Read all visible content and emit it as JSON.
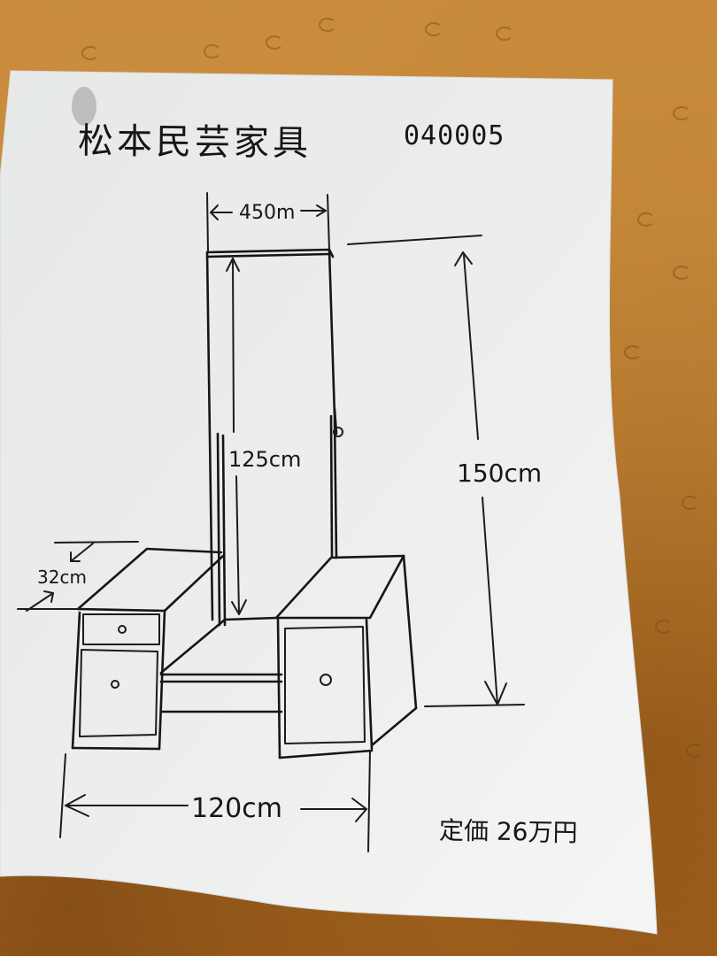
{
  "sheet": {
    "title": "松本民芸家具",
    "code": "040005",
    "item": "dresser with tall mirror (hand-drawn sketch)",
    "dimensions": {
      "mirror_width": "450m",
      "mirror_height": "125cm",
      "total_height": "150cm",
      "depth": "32cm",
      "total_width": "120cm"
    },
    "price": {
      "label": "定価",
      "value": "26万円"
    }
  },
  "colors": {
    "paper": "#eef0ef",
    "ink": "#161616",
    "wood": "#b8782a"
  }
}
